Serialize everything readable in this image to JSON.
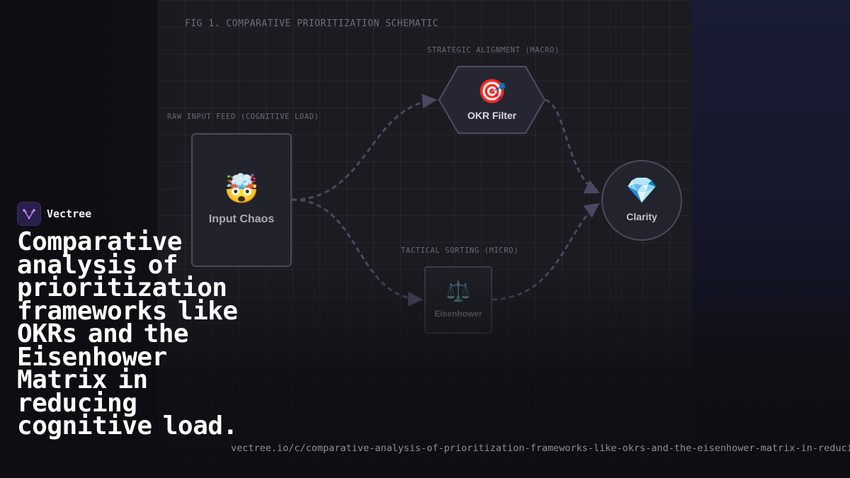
{
  "diagram": {
    "title": "FIG 1. COMPARATIVE PRIORITIZATION SCHEMATIC",
    "labels": {
      "input": "RAW INPUT FEED (COGNITIVE LOAD)",
      "macro": "STRATEGIC ALIGNMENT (MACRO)",
      "micro": "TACTICAL SORTING (MICRO)"
    },
    "nodes": {
      "input": {
        "emoji": "🤯",
        "name": "Input Chaos"
      },
      "okr": {
        "emoji": "🎯",
        "name": "OKR Filter"
      },
      "clarity": {
        "emoji": "💎",
        "name": "Clarity"
      },
      "eisenhower": {
        "emoji": "⚖️",
        "name": "Eisenhower"
      }
    },
    "edges": [
      {
        "from": "Input Chaos",
        "to": "OKR Filter"
      },
      {
        "from": "Input Chaos",
        "to": "Eisenhower"
      },
      {
        "from": "OKR Filter",
        "to": "Clarity"
      },
      {
        "from": "Eisenhower",
        "to": "Clarity"
      }
    ],
    "colors": {
      "edge": "#4a4862",
      "grid": "#23232b",
      "accent": "#8b5cf6"
    }
  },
  "brand": {
    "name": "Vectree",
    "logo_icon": "vectree-logo-icon"
  },
  "headline": "Comparative analysis of prioritization frameworks like OKRs and the Eisenhower Matrix in reducing cognitive load.",
  "url": "vectree.io/c/comparative-analysis-of-prioritization-frameworks-like-okrs-and-the-eisenhower-matrix-in-reducing-cognitive-load"
}
